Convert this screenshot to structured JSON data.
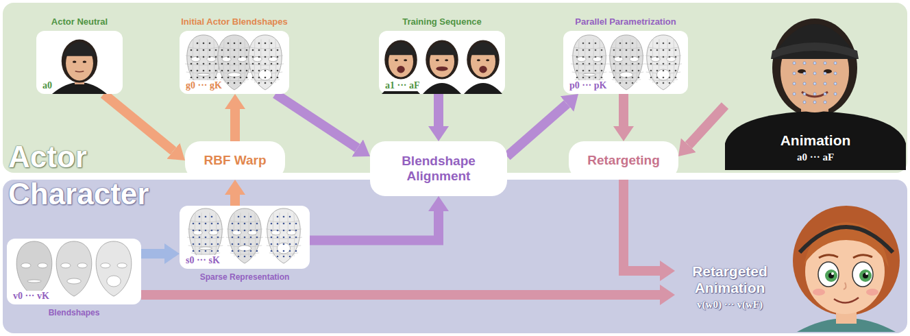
{
  "diagram": {
    "nodes": [
      {
        "text": [
          "Actor"
        ]
      },
      {
        "text": [
          "Actor Neutral",
          "a0"
        ],
        "in": 0
      },
      {
        "text": [
          "Initial Actor Blendshapes",
          "g0 ··· gK"
        ],
        "in": 0
      },
      {
        "text": [
          "Training Sequence",
          "a1 ··· aF"
        ],
        "in": 0
      },
      {
        "text": [
          "Parallel Parametrization",
          "p0 ··· pK"
        ],
        "in": 0
      },
      {
        "text": [
          "Animation",
          "a0 ··· aF"
        ],
        "in": 0
      },
      {
        "text": [
          "RBF Warp"
        ]
      },
      {
        "text": [
          "Blendshape Alignment"
        ]
      },
      {
        "text": [
          "Retargeting"
        ]
      },
      {
        "text": [
          "Character"
        ]
      },
      {
        "text": [
          "v0 ··· vK",
          "Blendshapes"
        ],
        "in": 9
      },
      {
        "text": [
          "s0 ··· sK",
          "Sparse Representation"
        ],
        "in": 9
      },
      {
        "text": [
          "Retargeted Animation",
          "v(w0) ··· v(wF)"
        ],
        "in": 9
      }
    ],
    "edges": [
      {
        "from": 1,
        "to": 6,
        "arrow": "to"
      },
      {
        "from": 6,
        "to": 2,
        "arrow": "to"
      },
      {
        "from": 11,
        "to": 6,
        "arrow": "to"
      },
      {
        "from": 2,
        "to": 7,
        "arrow": "to"
      },
      {
        "from": 3,
        "to": 7,
        "arrow": "to"
      },
      {
        "from": 11,
        "to": 7,
        "arrow": "to"
      },
      {
        "from": 7,
        "to": 4,
        "arrow": "to"
      },
      {
        "from": 4,
        "to": 8,
        "arrow": "to"
      },
      {
        "from": 5,
        "to": 8,
        "arrow": "to"
      },
      {
        "from": 8,
        "to": 12,
        "arrow": "to"
      },
      {
        "from": 10,
        "to": 12,
        "arrow": "to"
      },
      {
        "from": 10,
        "to": 11,
        "arrow": "to"
      }
    ]
  }
}
